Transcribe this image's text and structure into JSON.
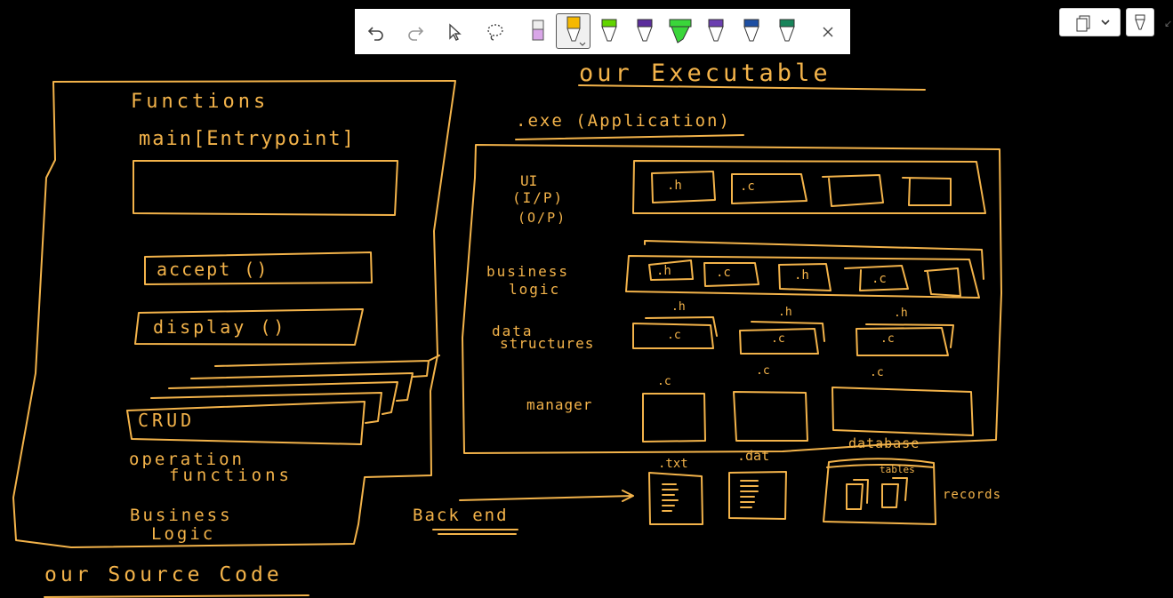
{
  "colors": {
    "ink": "#f3b34a",
    "canvas": "#000000",
    "toolbar": "#ffffff"
  },
  "toolbar": {
    "tools": [
      {
        "icon": "undo-icon"
      },
      {
        "icon": "redo-icon"
      },
      {
        "icon": "select-pointer-icon"
      },
      {
        "icon": "lasso-icon"
      },
      {
        "icon": "eraser-pen-icon",
        "color": "#d9a6e8"
      },
      {
        "icon": "highlighter-pen-icon",
        "color": "#f5b800",
        "selected": true
      },
      {
        "icon": "pen-icon",
        "color": "#61d400"
      },
      {
        "icon": "pen-icon",
        "color": "#5b2d9c"
      },
      {
        "icon": "highlighter-icon",
        "color": "#3ad63a"
      },
      {
        "icon": "pen-icon",
        "color": "#6b3fb0"
      },
      {
        "icon": "pen-icon",
        "color": "#1e4fa3"
      },
      {
        "icon": "pen-icon",
        "color": "#17845a"
      },
      {
        "icon": "close-icon"
      }
    ]
  },
  "right_controls": [
    {
      "icon": "copy-pages-icon"
    },
    {
      "icon": "chevron-down-icon"
    },
    {
      "icon": "pen-toggle-icon"
    }
  ],
  "source_code": {
    "title": "Functions",
    "main": "main[Entrypoint]",
    "accept": "accept ()",
    "display": "display ()",
    "crud": "CRUD",
    "operation": "operation",
    "functions": "functions",
    "business": "Business",
    "logic": "Logic",
    "caption": "our Source Code"
  },
  "executable": {
    "title": "our Executable",
    "exe": ".exe (Application)",
    "ui": "UI",
    "ip": "(I/P)",
    "op": "(O/P)",
    "business": "business",
    "logic": "logic",
    "data": "data",
    "structures": "structures",
    "manager": "manager",
    "h": ".h",
    "c": ".c"
  },
  "backend": {
    "label": "Back end",
    "txt": ".txt",
    "dat": ".dat",
    "database": "database",
    "tables": "tables",
    "records": "records"
  }
}
